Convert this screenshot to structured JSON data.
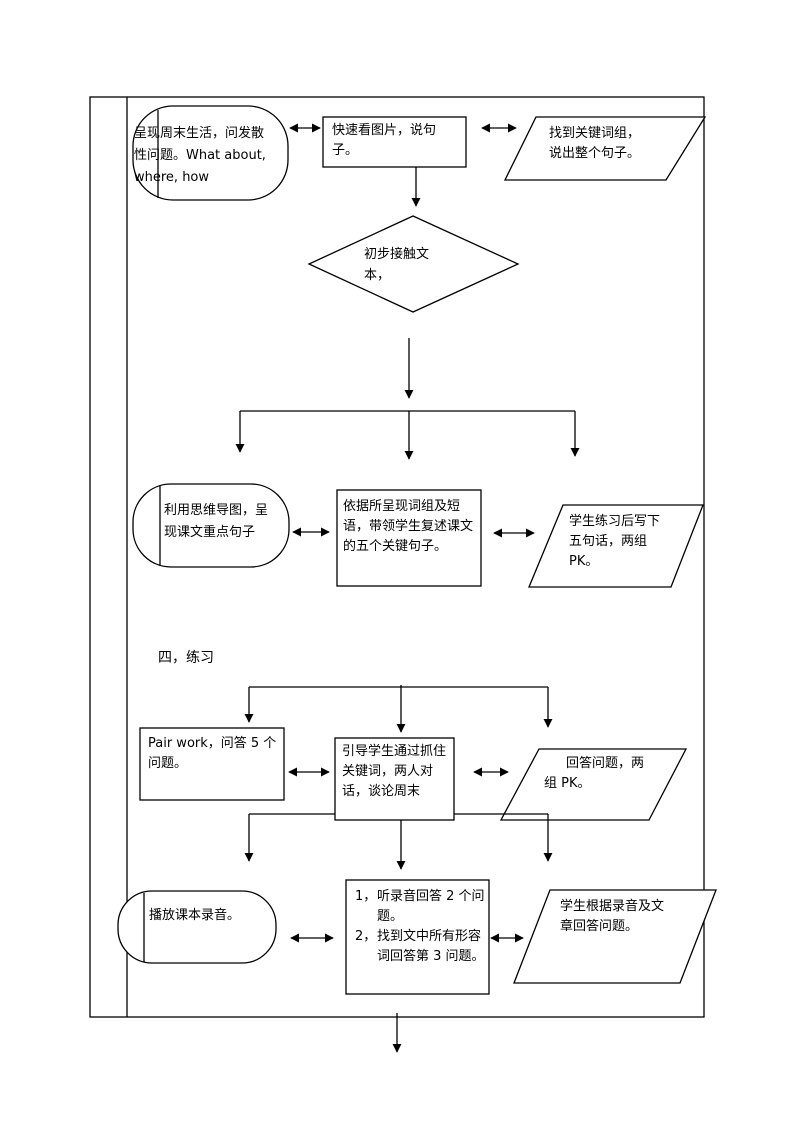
{
  "section_practice": "四，练习",
  "nodes": {
    "present_weekend": "呈现周末生活，问发散性问题。What about, where, how",
    "look_pictures": "快速看图片，说句子。",
    "find_phrases": "找到关键词组，说出整个句子。",
    "first_contact": "初步接触文本，",
    "mind_map": "利用思维导图，呈现课文重点句子",
    "retell": "依据所呈现词组及短语，带领学生复述课文的五个关键句子。",
    "practice_pk": "学生练习后写下五句话，两组 PK。",
    "pair_work": "Pair work，问答 5 个问题。",
    "guide_dialogue": "引导学生通过抓住关键词，两人对话，谈论周末",
    "answer_pk": "回答问题，两组 PK。",
    "play_recording": "播放课本录音。",
    "listen_tasks": {
      "step1_num": "1，",
      "step1": "听录音回答 2 个问题。",
      "step2_num": "2，",
      "step2": "找到文中所有形容词回答第 3 问题。"
    },
    "answer_by_recording": "学生根据录音及文章回答问题。"
  }
}
